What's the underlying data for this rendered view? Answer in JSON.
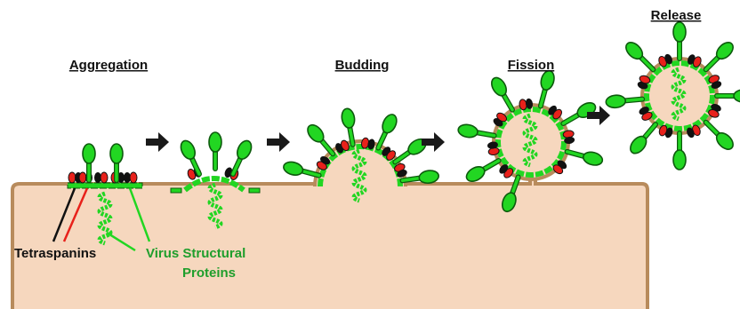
{
  "stages": {
    "aggregation": "Aggregation",
    "budding": "Budding",
    "fission": "Fission",
    "release": "Release"
  },
  "legend": {
    "tetraspanins": "Tetraspanins",
    "virus_line1": "Virus Structural",
    "virus_line2": "Proteins"
  },
  "colors": {
    "cell_fill": "#f6d7be",
    "cell_border": "#b88b5c",
    "protein_green": "#22d622",
    "protein_outline": "#0d5a0d",
    "tetraspanin_red": "#e8211b",
    "tetraspanin_black": "#111111",
    "label_green": "#1f9e2c",
    "arrow": "#1a1a1a"
  },
  "icons": [
    "right-arrow-icon",
    "rna-helix-icon",
    "spike-protein-icon",
    "tetraspanin-icon"
  ]
}
